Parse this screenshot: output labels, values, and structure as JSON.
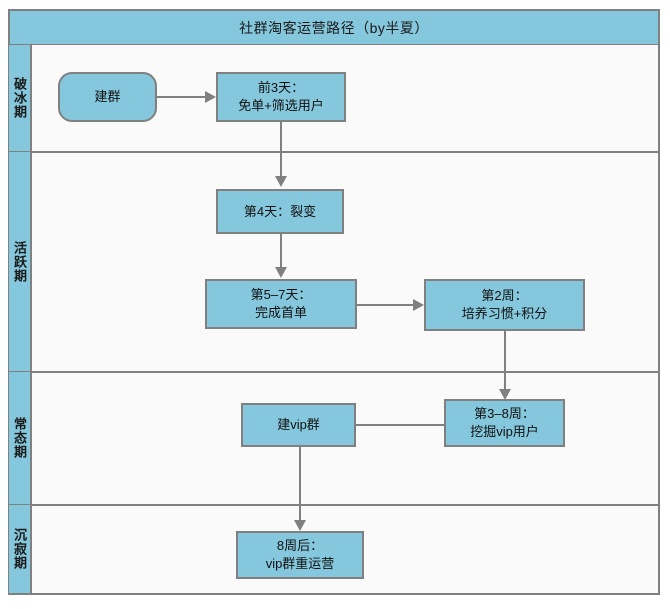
{
  "diagram": {
    "title": "社群淘客运营路径（by半夏）",
    "type": "swimlane-flowchart",
    "colors": {
      "node_fill": "#85c7dc",
      "border": "#808080",
      "lane_background": "#fafafa",
      "text": "#111111"
    },
    "lanes": [
      {
        "id": "lane-icebreak",
        "label": "破冰期"
      },
      {
        "id": "lane-active",
        "label": "活跃期"
      },
      {
        "id": "lane-normal",
        "label": "常态期"
      },
      {
        "id": "lane-dormant",
        "label": "沉寂期"
      }
    ],
    "nodes": [
      {
        "id": "node-create-group",
        "lane": "lane-icebreak",
        "shape": "rounded-rect",
        "line1": "建群",
        "line2": ""
      },
      {
        "id": "node-first-3-days",
        "lane": "lane-icebreak",
        "shape": "rect",
        "line1": "前3天：",
        "line2": "免单+筛选用户"
      },
      {
        "id": "node-day-4",
        "lane": "lane-active",
        "shape": "rect",
        "line1": "第4天：裂变",
        "line2": ""
      },
      {
        "id": "node-day-5-7",
        "lane": "lane-active",
        "shape": "rect",
        "line1": "第5–7天：",
        "line2": "完成首单"
      },
      {
        "id": "node-week-2",
        "lane": "lane-active",
        "shape": "rect",
        "line1": "第2周：",
        "line2": "培养习惯+积分"
      },
      {
        "id": "node-week-3-8",
        "lane": "lane-normal",
        "shape": "rect",
        "line1": "第3–8周：",
        "line2": "挖掘vip用户"
      },
      {
        "id": "node-build-vip",
        "lane": "lane-normal",
        "shape": "rect",
        "line1": "建vip群",
        "line2": ""
      },
      {
        "id": "node-after-8-weeks",
        "lane": "lane-dormant",
        "shape": "rect",
        "line1": "8周后：",
        "line2": "vip群重运营"
      }
    ],
    "edges": [
      {
        "id": "edge-create-to-3days",
        "from": "node-create-group",
        "to": "node-first-3-days",
        "direction": "right"
      },
      {
        "id": "edge-3days-to-day4",
        "from": "node-first-3-days",
        "to": "node-day-4",
        "direction": "down"
      },
      {
        "id": "edge-day4-to-day57",
        "from": "node-day-4",
        "to": "node-day-5-7",
        "direction": "down"
      },
      {
        "id": "edge-day57-to-week2",
        "from": "node-day-5-7",
        "to": "node-week-2",
        "direction": "right"
      },
      {
        "id": "edge-week2-to-week38",
        "from": "node-week-2",
        "to": "node-week-3-8",
        "direction": "down"
      },
      {
        "id": "edge-week38-to-vip",
        "from": "node-week-3-8",
        "to": "node-build-vip",
        "direction": "left"
      },
      {
        "id": "edge-vip-to-after8",
        "from": "node-build-vip",
        "to": "node-after-8-weeks",
        "direction": "down"
      }
    ]
  }
}
